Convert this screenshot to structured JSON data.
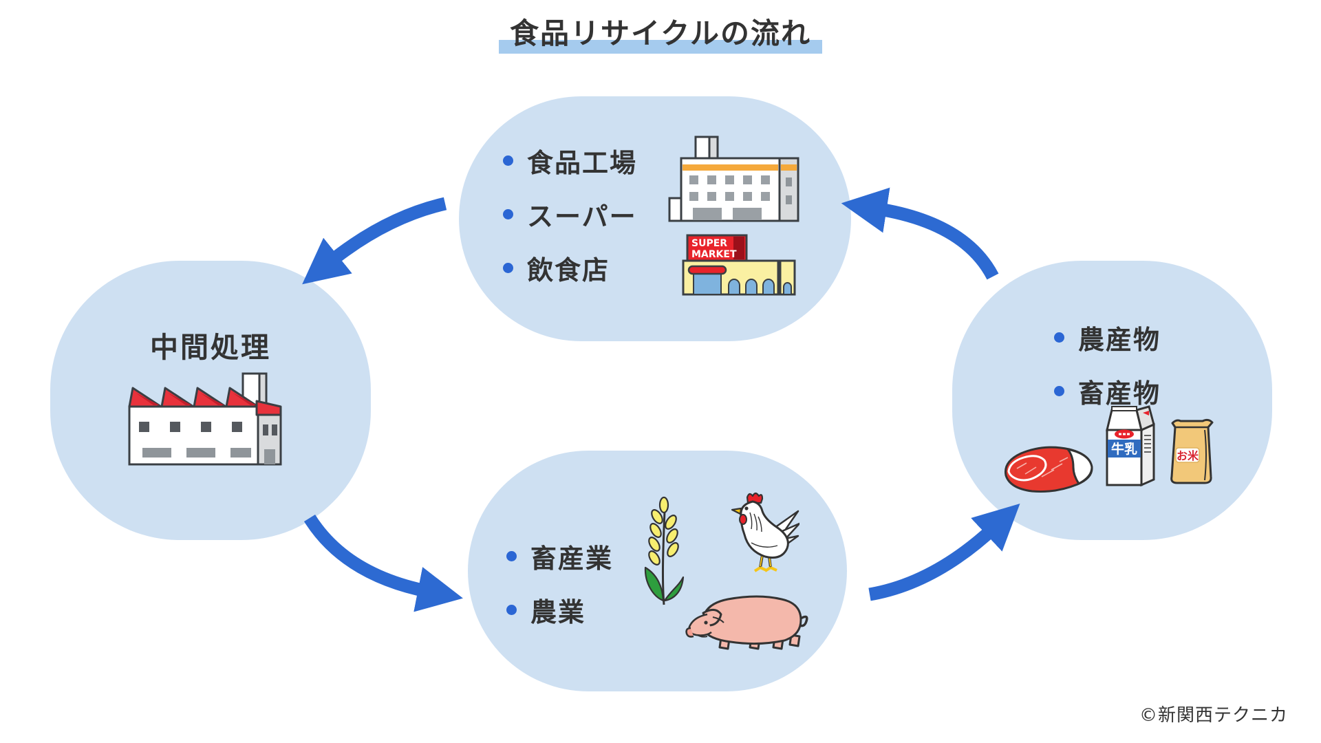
{
  "title": "食品リサイクルの流れ",
  "nodes": {
    "sources": {
      "items": [
        "食品工場",
        "スーパー",
        "飲食店"
      ],
      "icons": [
        "food-factory",
        "supermarket"
      ]
    },
    "processing": {
      "label": "中間処理",
      "icons": [
        "recycle-factory"
      ]
    },
    "farming": {
      "items": [
        "畜産業",
        "農業"
      ],
      "icons": [
        "wheat",
        "chicken",
        "pig"
      ]
    },
    "products": {
      "items": [
        "農産物",
        "畜産物"
      ],
      "icons": [
        "meat",
        "milk-carton",
        "rice-bag"
      ]
    }
  },
  "edges": [
    {
      "from": "sources",
      "to": "processing"
    },
    {
      "from": "processing",
      "to": "farming"
    },
    {
      "from": "farming",
      "to": "products"
    },
    {
      "from": "products",
      "to": "sources"
    }
  ],
  "icon_labels": {
    "supermarket_sign_line1": "SUPER",
    "supermarket_sign_line2": "MARKET",
    "milk": "牛乳",
    "rice": "お米"
  },
  "copyright": "©新関西テクニカ",
  "colors": {
    "bubble_fill": "#cee0f2",
    "arrow_blue": "#2d6ad2",
    "bullet_blue": "#2b66d4",
    "title_highlight": "#a5cbee",
    "text": "#333333",
    "accent_red": "#e8232b",
    "accent_orange": "#f5a93b"
  }
}
